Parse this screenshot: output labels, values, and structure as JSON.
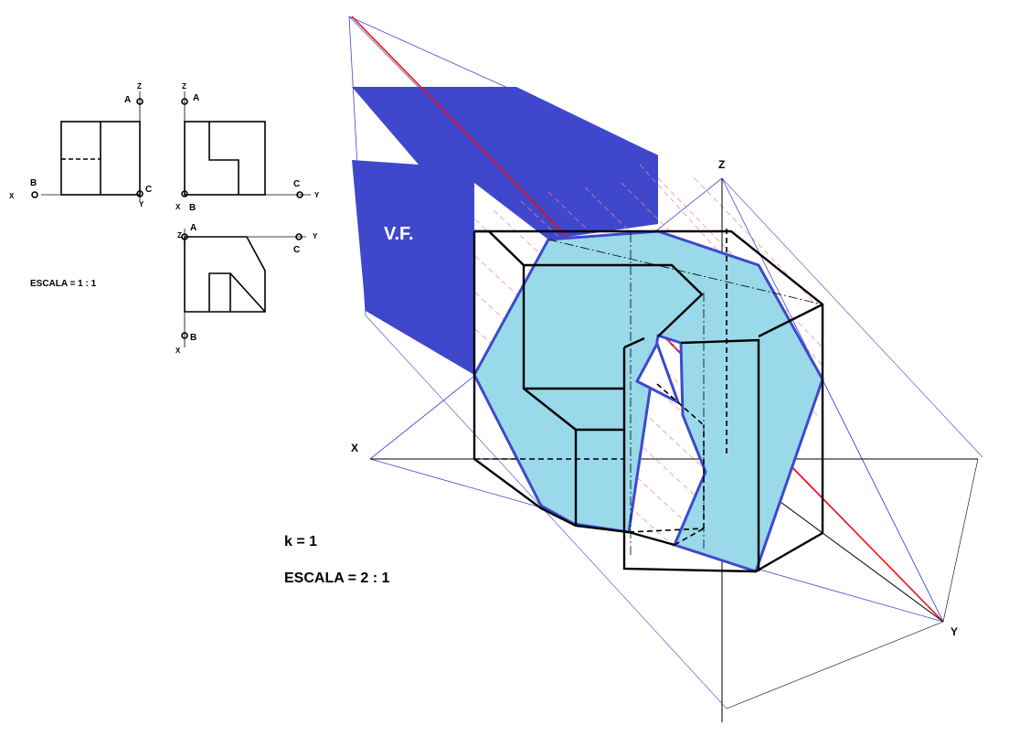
{
  "views": {
    "front": {
      "z": "Z",
      "a": "A",
      "x": "X",
      "b": "B",
      "c": "C",
      "y": "Y"
    },
    "side": {
      "z": "Z",
      "a": "A",
      "x": "X",
      "b": "B",
      "c": "C",
      "y": "Y"
    },
    "top": {
      "z": "Z",
      "a": "A",
      "c": "C",
      "y": "Y",
      "b": "B",
      "x": "X"
    },
    "scale": "ESCALA = 1 : 1"
  },
  "axonometric": {
    "axis_x": "X",
    "axis_y": "Y",
    "axis_z": "Z",
    "true_size": "V.F.",
    "k": "k = 1",
    "scale": "ESCALA = 2 : 1"
  },
  "colors": {
    "true_size_fill": "#3f48cc",
    "section_fill": "#99d9ea",
    "section_edge": "#3f48cc",
    "construction": "#3f48cc",
    "fold_line": "#ff0000",
    "hatch": "#ff7f7f",
    "edges": "#000000"
  }
}
